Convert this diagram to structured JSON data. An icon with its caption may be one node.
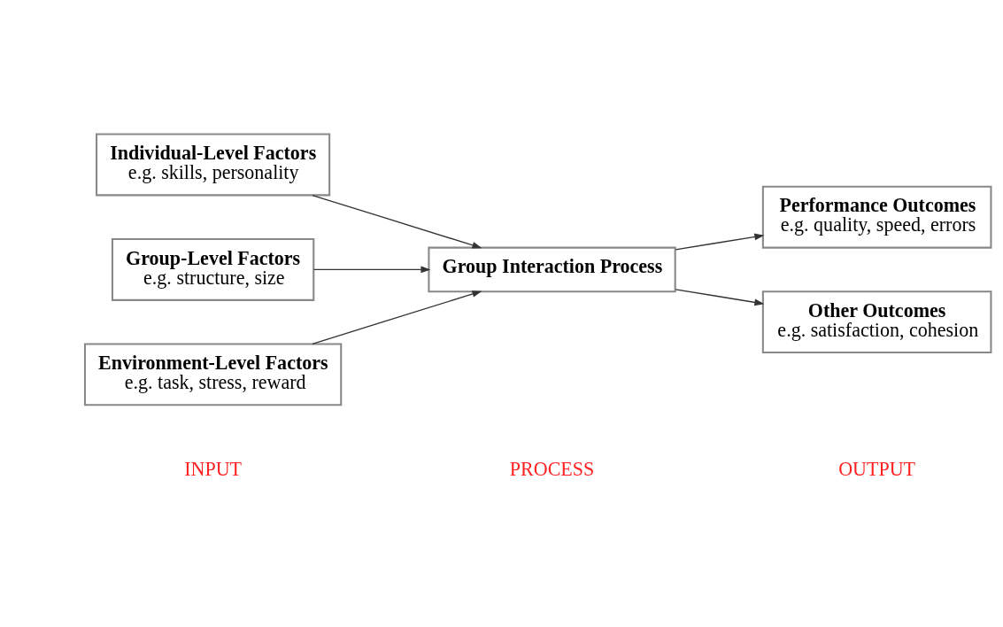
{
  "diagram": {
    "nodes": [
      {
        "text": [
          "Individual-Level Factors",
          "e.g. skills, personality"
        ]
      },
      {
        "text": [
          "Group-Level Factors",
          "e.g. structure, size"
        ]
      },
      {
        "text": [
          "Environment-Level Factors",
          "e.g. task, stress, reward"
        ]
      },
      {
        "text": [
          "Group Interaction Process"
        ]
      },
      {
        "text": [
          "Performance Outcomes",
          "e.g. quality, speed, errors"
        ]
      },
      {
        "text": [
          "Other Outcomes",
          "e.g. satisfaction, cohesion"
        ]
      }
    ],
    "edges": [
      {
        "from": 0,
        "to": 3,
        "arrow": "to"
      },
      {
        "from": 1,
        "to": 3,
        "arrow": "to"
      },
      {
        "from": 2,
        "to": 3,
        "arrow": "to"
      },
      {
        "from": 3,
        "to": 4,
        "arrow": "to"
      },
      {
        "from": 3,
        "to": 5,
        "arrow": "to"
      }
    ],
    "labels": [
      "INPUT",
      "PROCESS",
      "OUTPUT"
    ]
  }
}
